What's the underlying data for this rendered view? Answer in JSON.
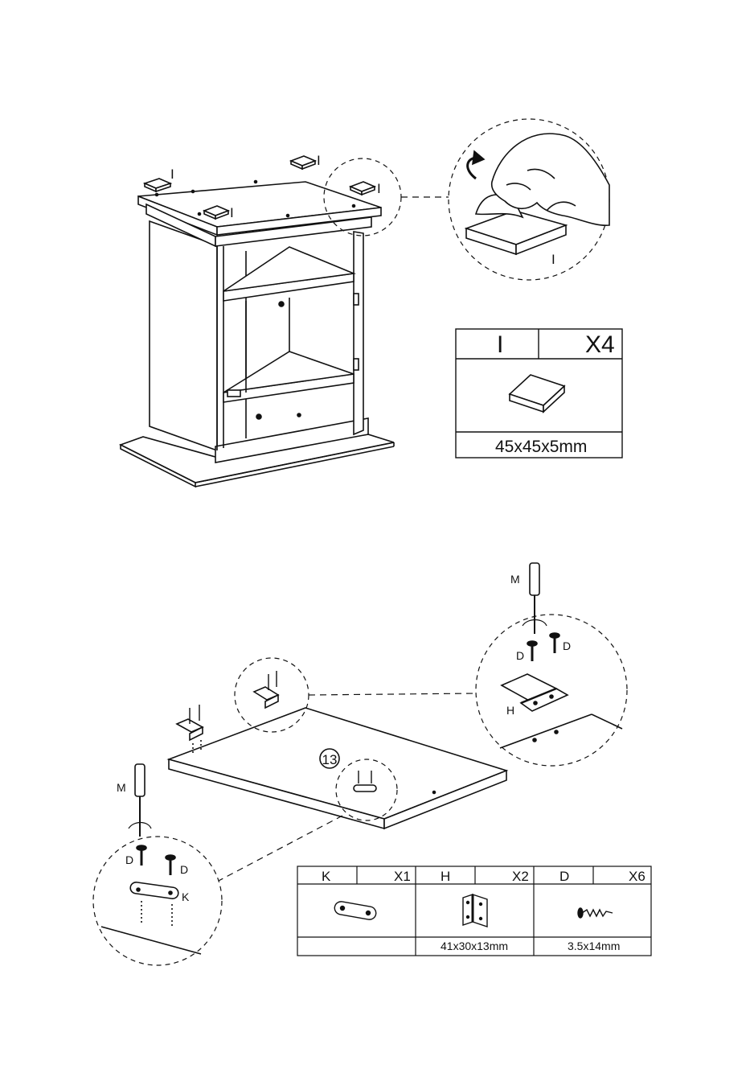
{
  "step1": {
    "pad_labels": [
      "I",
      "I",
      "I",
      "I"
    ],
    "detail_label": "I",
    "parts_table": {
      "part": "I",
      "qty": "X4",
      "size": "45x45x5mm"
    }
  },
  "step2": {
    "panel_number": "13",
    "left_detail": {
      "tool": "M",
      "screw_a": "D",
      "screw_b": "D",
      "plate": "K"
    },
    "right_detail": {
      "tool": "M",
      "screw_a": "D",
      "screw_b": "D",
      "hinge": "H"
    },
    "parts_table": {
      "parts": [
        {
          "id": "K",
          "qty": "X1",
          "size": ""
        },
        {
          "id": "H",
          "qty": "X2",
          "size": "41x30x13mm"
        },
        {
          "id": "D",
          "qty": "X6",
          "size": "3.5x14mm"
        }
      ]
    }
  }
}
